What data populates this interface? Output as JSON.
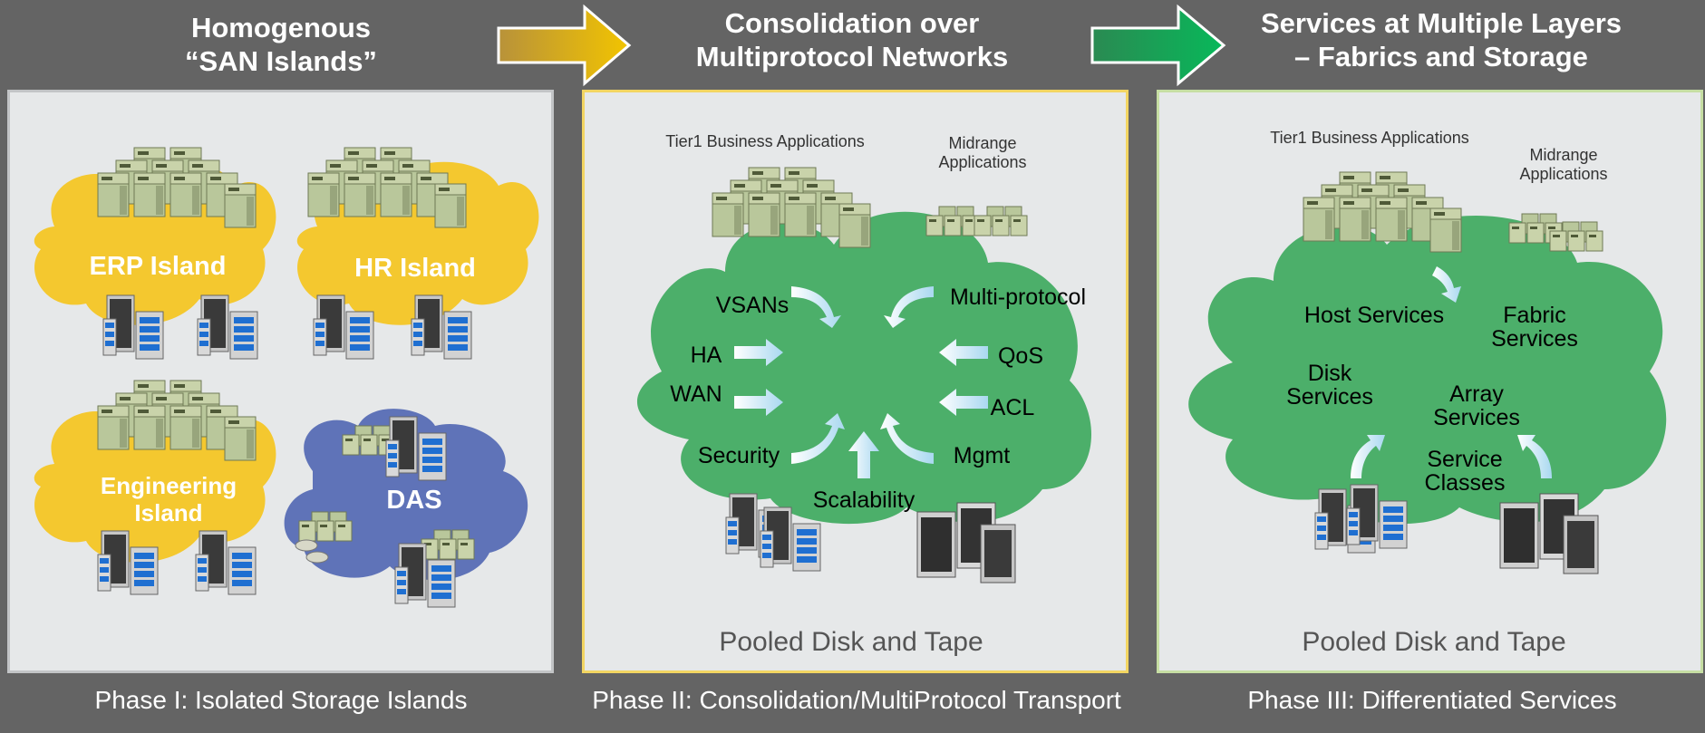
{
  "headers": {
    "phase1": [
      "Homogenous",
      "“SAN Islands”"
    ],
    "phase2": [
      "Consolidation over",
      "Multiprotocol Networks"
    ],
    "phase3": [
      "Services at Multiple Layers",
      "– Fabrics and Storage"
    ]
  },
  "captions": {
    "phase1": "Phase I: Isolated Storage Islands",
    "phase2": "Phase II: Consolidation/MultiProtocol Transport",
    "phase3": "Phase III: Differentiated Services"
  },
  "panel1": {
    "islands": [
      "ERP Island",
      "HR Island",
      "Engineering",
      "Island",
      "DAS"
    ]
  },
  "panel2": {
    "tier1": "Tier1 Business Applications",
    "midrange": [
      "Midrange",
      "Applications"
    ],
    "features": [
      "VSANs",
      "Multi-protocol",
      "HA",
      "QoS",
      "WAN",
      "ACL",
      "Security",
      "Mgmt",
      "Scalability"
    ],
    "pooled": "Pooled Disk and Tape"
  },
  "panel3": {
    "tier1": "Tier1 Business Applications",
    "midrange": [
      "Midrange",
      "Applications"
    ],
    "services": [
      "Host Services",
      "Fabric",
      "Services",
      "Disk",
      "Services",
      "Array",
      "Services",
      "Service",
      "Classes"
    ],
    "pooled": "Pooled Disk and Tape"
  },
  "colors": {
    "background": "#646464",
    "island_yellow": "#f4c82f",
    "das_blue": "#5f73b8",
    "cloud_green": "#4caf6a",
    "arrow_gold": "#e6b800",
    "arrow_green": "#0fb256"
  },
  "icons": [
    "server-cluster-icon",
    "disk-array-icon",
    "tape-library-icon",
    "arrow-icon"
  ]
}
